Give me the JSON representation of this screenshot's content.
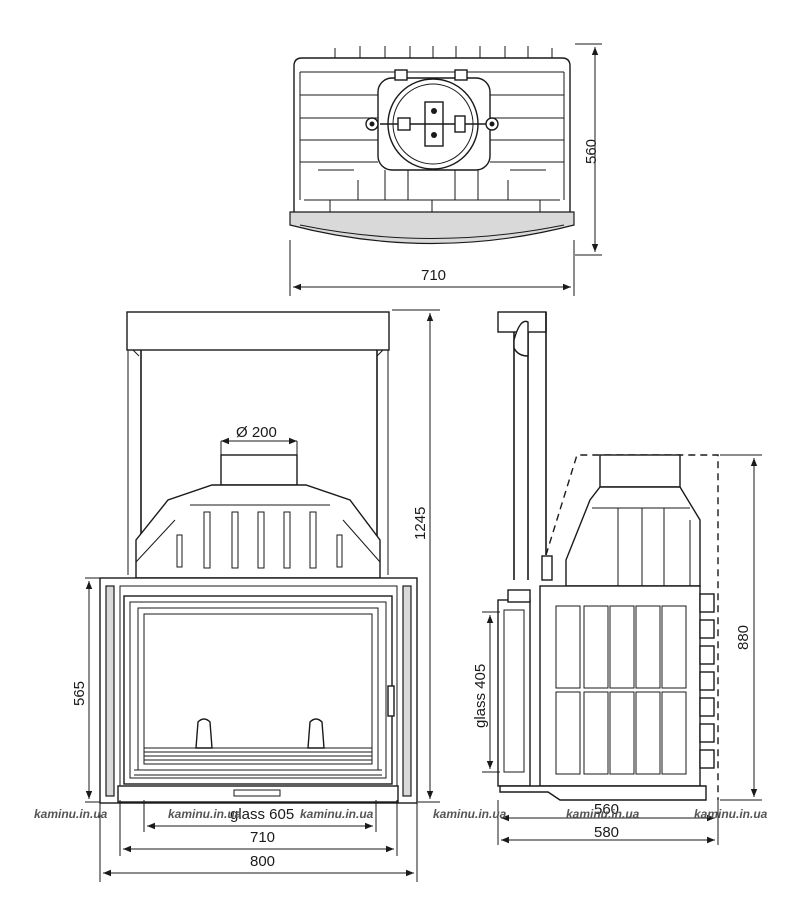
{
  "dimensions": {
    "top_depth": "560",
    "top_width": "710",
    "flue_diameter": "Ø 200",
    "total_height": "1245",
    "front_height": "565",
    "glass_width": "glass 605",
    "inner_width": "710",
    "outer_width": "800",
    "glass_height": "glass 405",
    "side_height": "880",
    "side_depth_inner": "560",
    "side_depth_outer": "580"
  },
  "watermarks": [
    "kaminu.in.ua",
    "kaminu.in.ua",
    "kaminu.in.ua",
    "kaminu.in.ua",
    "kaminu.in.ua",
    "kaminu.in.ua"
  ],
  "colors": {
    "line": "#1a1a1a",
    "watermark": "#555555",
    "background": "#ffffff"
  }
}
